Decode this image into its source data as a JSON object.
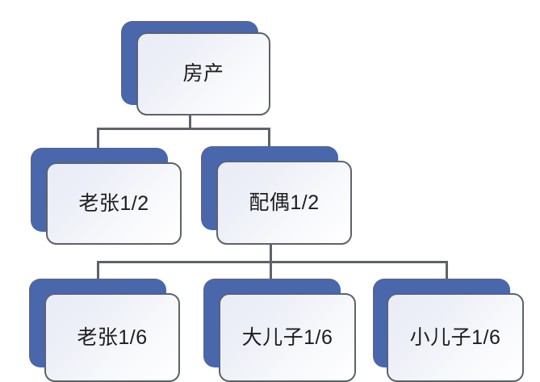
{
  "diagram": {
    "type": "organizational-tree",
    "title_text": "",
    "background_color": "#ffffff",
    "accent_color": "#4a67ac",
    "border_color": "#5e6368",
    "face_color": "#eef0f8",
    "text_color": "#1d1d1f",
    "nodes": {
      "root": {
        "id": "root",
        "label": "房产",
        "level": 1
      },
      "laozhang_half": {
        "id": "laozhang-half",
        "label": "老张1/2",
        "level": 2
      },
      "spouse_half": {
        "id": "spouse-half",
        "label": "配偶1/2",
        "level": 2
      },
      "laozhang_sixth": {
        "id": "laozhang-sixth",
        "label": "老张1/6",
        "level": 3
      },
      "elder_son_sixth": {
        "id": "elder-son-sixth",
        "label": "大儿子1/6",
        "level": 3
      },
      "younger_son_sixth": {
        "id": "younger-son-sixth",
        "label": "小儿子1/6",
        "level": 3
      }
    }
  }
}
